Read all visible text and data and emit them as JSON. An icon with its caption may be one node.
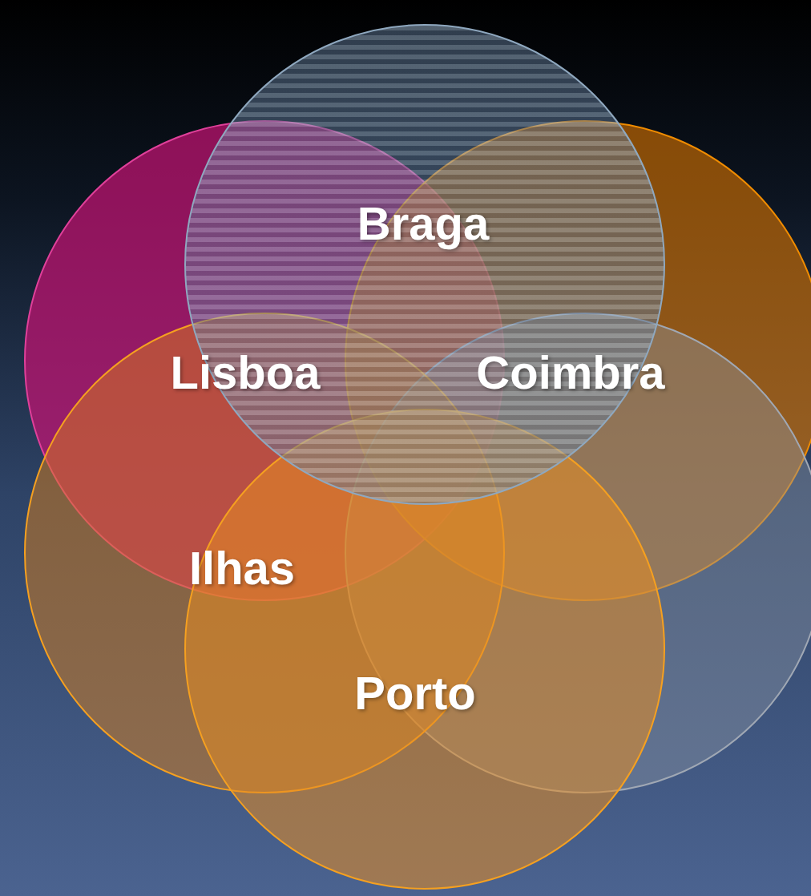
{
  "diagram": {
    "nodes": [
      {
        "text": [
          "Braga"
        ]
      },
      {
        "text": [
          "Lisboa"
        ]
      },
      {
        "text": [
          "Coimbra"
        ]
      },
      {
        "text": [],
        "shape": "circle"
      },
      {
        "text": [
          "Ilhas"
        ]
      },
      {
        "text": [
          "Porto"
        ]
      }
    ]
  }
}
